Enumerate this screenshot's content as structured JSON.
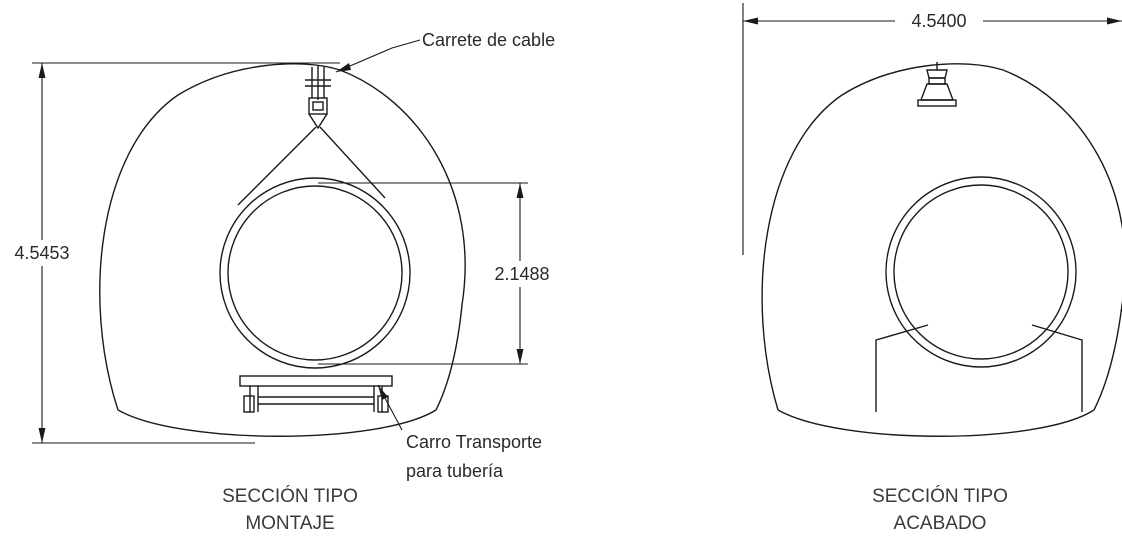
{
  "left_section": {
    "caption_line1": "SECCIÓN TIPO",
    "caption_line2": "MONTAJE",
    "height_dimension": "4.5453",
    "pipe_dimension": "2.1488",
    "cable_reel_label": "Carrete de cable",
    "cart_label_line1": "Carro Transporte",
    "cart_label_line2": "para tubería"
  },
  "right_section": {
    "caption_line1": "SECCIÓN TIPO",
    "caption_line2": "ACABADO",
    "width_dimension": "4.5400"
  }
}
